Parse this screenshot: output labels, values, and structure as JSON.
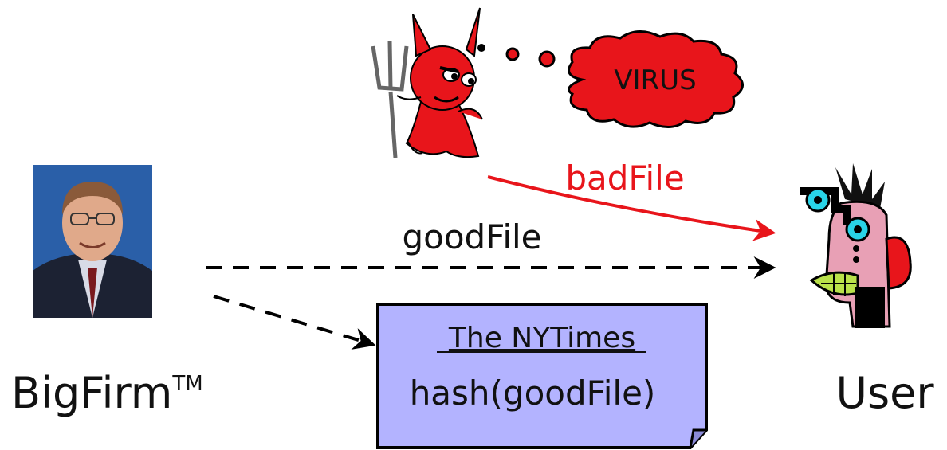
{
  "labels": {
    "bigfirm": "BigFirm",
    "trademark": "TM",
    "user": "User",
    "good_file": "goodFile",
    "bad_file": "badFile",
    "virus": "VIRUS"
  },
  "newspaper": {
    "title": "The NYTimes",
    "content": "hash(goodFile)"
  },
  "colors": {
    "bad": "#e8151b",
    "note_fill": "#b3b3ff",
    "user_skin": "#e8a0b5",
    "user_eye": "#29d4e8"
  }
}
